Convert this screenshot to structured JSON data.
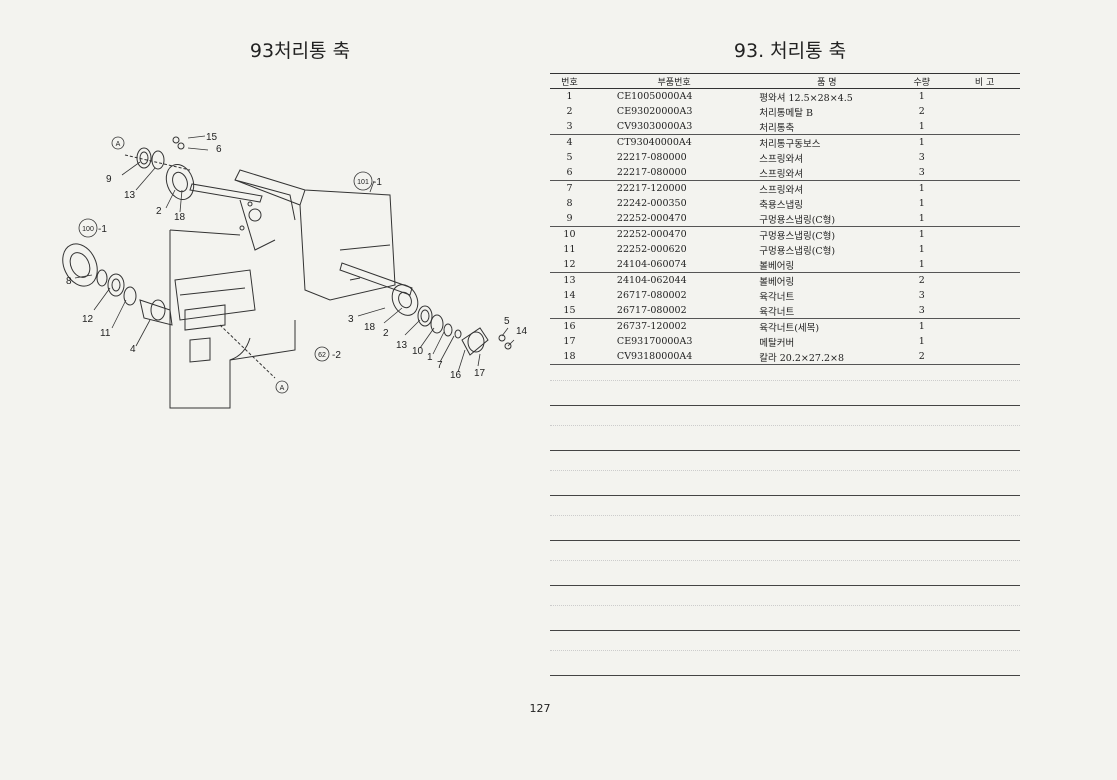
{
  "left_title": "93처리통 축",
  "right_title": "93. 처리통 축",
  "page_number": "127",
  "diagram": {
    "callouts": {
      "c15": "15",
      "c6": "6",
      "c9": "9",
      "c13": "13",
      "c2": "2",
      "c18": "18",
      "c101": "101",
      "c1": "-1",
      "c100": "100",
      "c1b": "-1",
      "c8": "8",
      "c12": "12",
      "c11": "11",
      "c4": "4",
      "c3": "3",
      "c18b": "18",
      "c2b": "2",
      "c13b": "13",
      "c10": "10",
      "c1c": "1",
      "c7": "7",
      "c16": "16",
      "c17": "17",
      "c5": "5",
      "c14": "14",
      "c62": "62",
      "c2c": "-2",
      "cA1": "A",
      "cA2": "A"
    }
  },
  "table": {
    "headers": {
      "no": "번호",
      "part_no": "부품번호",
      "name": "품 명",
      "qty": "수량",
      "remarks": "비 고"
    },
    "rows": [
      {
        "no": "1",
        "part_no": "CE10050000A4",
        "name": "평와셔 12.5×28×4.5",
        "qty": "1"
      },
      {
        "no": "2",
        "part_no": "CE93020000A3",
        "name": "처리통메탈 B",
        "qty": "2"
      },
      {
        "no": "3",
        "part_no": "CV93030000A3",
        "name": "처리통축",
        "qty": "1"
      },
      {
        "no": "4",
        "part_no": "CT93040000A4",
        "name": "처리통구동보스",
        "qty": "1"
      },
      {
        "no": "5",
        "part_no": "22217-080000",
        "name": "스프링와셔",
        "qty": "3"
      },
      {
        "no": "6",
        "part_no": "22217-080000",
        "name": "스프링와셔",
        "qty": "3"
      },
      {
        "no": "7",
        "part_no": "22217-120000",
        "name": "스프링와셔",
        "qty": "1"
      },
      {
        "no": "8",
        "part_no": "22242-000350",
        "name": "축용스냅링",
        "qty": "1"
      },
      {
        "no": "9",
        "part_no": "22252-000470",
        "name": "구멍용스냅링(C형)",
        "qty": "1"
      },
      {
        "no": "10",
        "part_no": "22252-000470",
        "name": "구멍용스냅링(C형)",
        "qty": "1"
      },
      {
        "no": "11",
        "part_no": "22252-000620",
        "name": "구멍용스냅링(C형)",
        "qty": "1"
      },
      {
        "no": "12",
        "part_no": "24104-060074",
        "name": "볼베어링",
        "qty": "1"
      },
      {
        "no": "13",
        "part_no": "24104-062044",
        "name": "볼베어링",
        "qty": "2"
      },
      {
        "no": "14",
        "part_no": "26717-080002",
        "name": "육각너트",
        "qty": "3"
      },
      {
        "no": "15",
        "part_no": "26717-080002",
        "name": "육각너트",
        "qty": "3"
      },
      {
        "no": "16",
        "part_no": "26737-120002",
        "name": "육각너트(세목)",
        "qty": "1"
      },
      {
        "no": "17",
        "part_no": "CE93170000A3",
        "name": "메탈커버",
        "qty": "1"
      },
      {
        "no": "18",
        "part_no": "CV93180000A4",
        "name": "칼라 20.2×27.2×8",
        "qty": "2"
      }
    ]
  }
}
